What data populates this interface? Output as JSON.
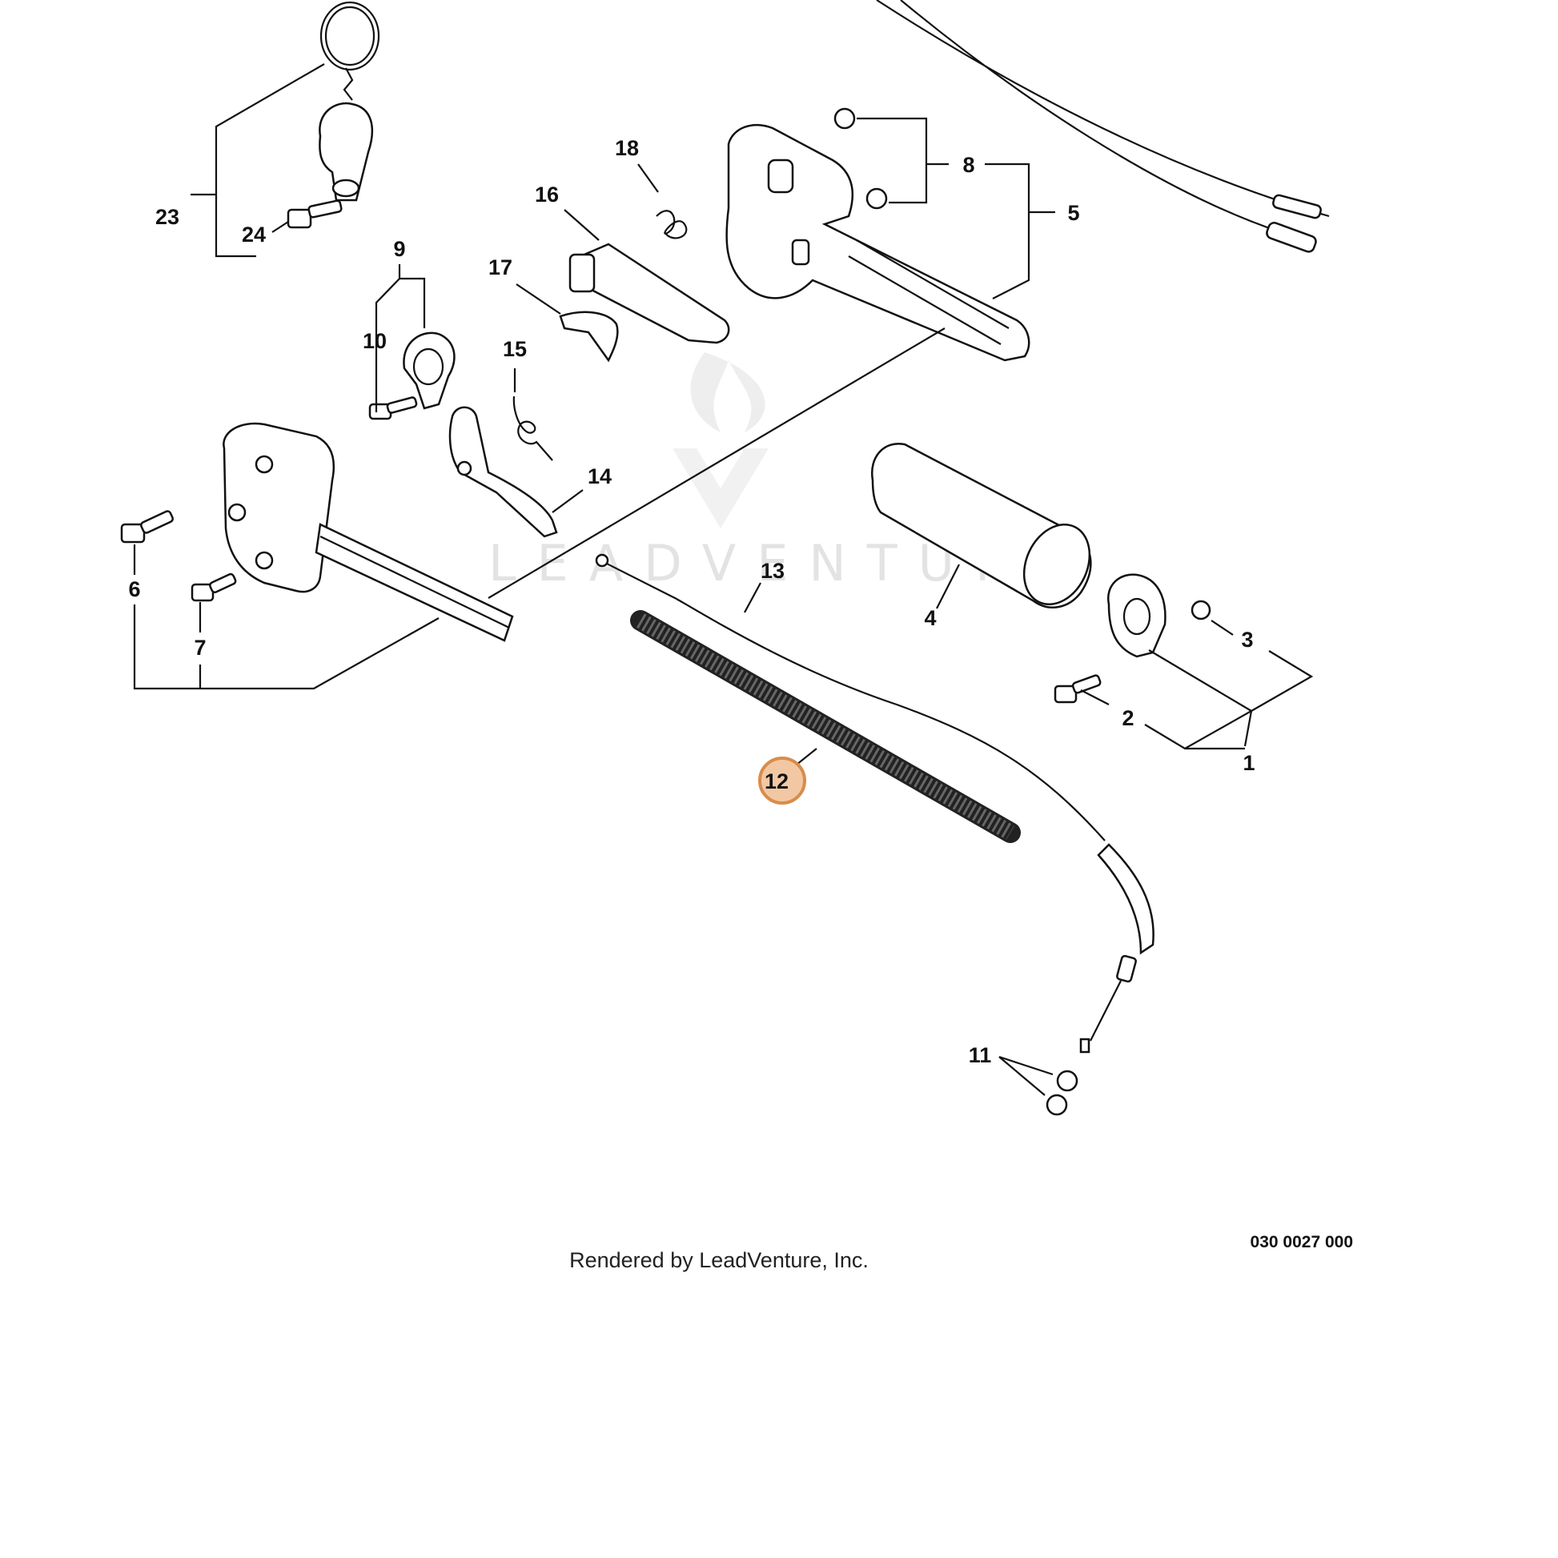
{
  "callouts": [
    {
      "id": "1",
      "text": "1"
    },
    {
      "id": "2",
      "text": "2"
    },
    {
      "id": "3",
      "text": "3"
    },
    {
      "id": "4",
      "text": "4"
    },
    {
      "id": "5",
      "text": "5"
    },
    {
      "id": "6",
      "text": "6"
    },
    {
      "id": "7",
      "text": "7"
    },
    {
      "id": "8",
      "text": "8"
    },
    {
      "id": "9",
      "text": "9"
    },
    {
      "id": "10",
      "text": "10"
    },
    {
      "id": "11",
      "text": "11"
    },
    {
      "id": "12",
      "text": "12",
      "highlighted": true
    },
    {
      "id": "13",
      "text": "13"
    },
    {
      "id": "14",
      "text": "14"
    },
    {
      "id": "15",
      "text": "15"
    },
    {
      "id": "16",
      "text": "16"
    },
    {
      "id": "17",
      "text": "17"
    },
    {
      "id": "18",
      "text": "18"
    },
    {
      "id": "23",
      "text": "23"
    },
    {
      "id": "24",
      "text": "24"
    }
  ],
  "watermark": "LEADVENTURE",
  "credit": "Rendered by LeadVenture, Inc.",
  "diagram_code": "030 0027 000",
  "colors": {
    "highlight_fill": "#f2c8a4",
    "highlight_stroke": "#d98c4a",
    "line": "#111111"
  }
}
